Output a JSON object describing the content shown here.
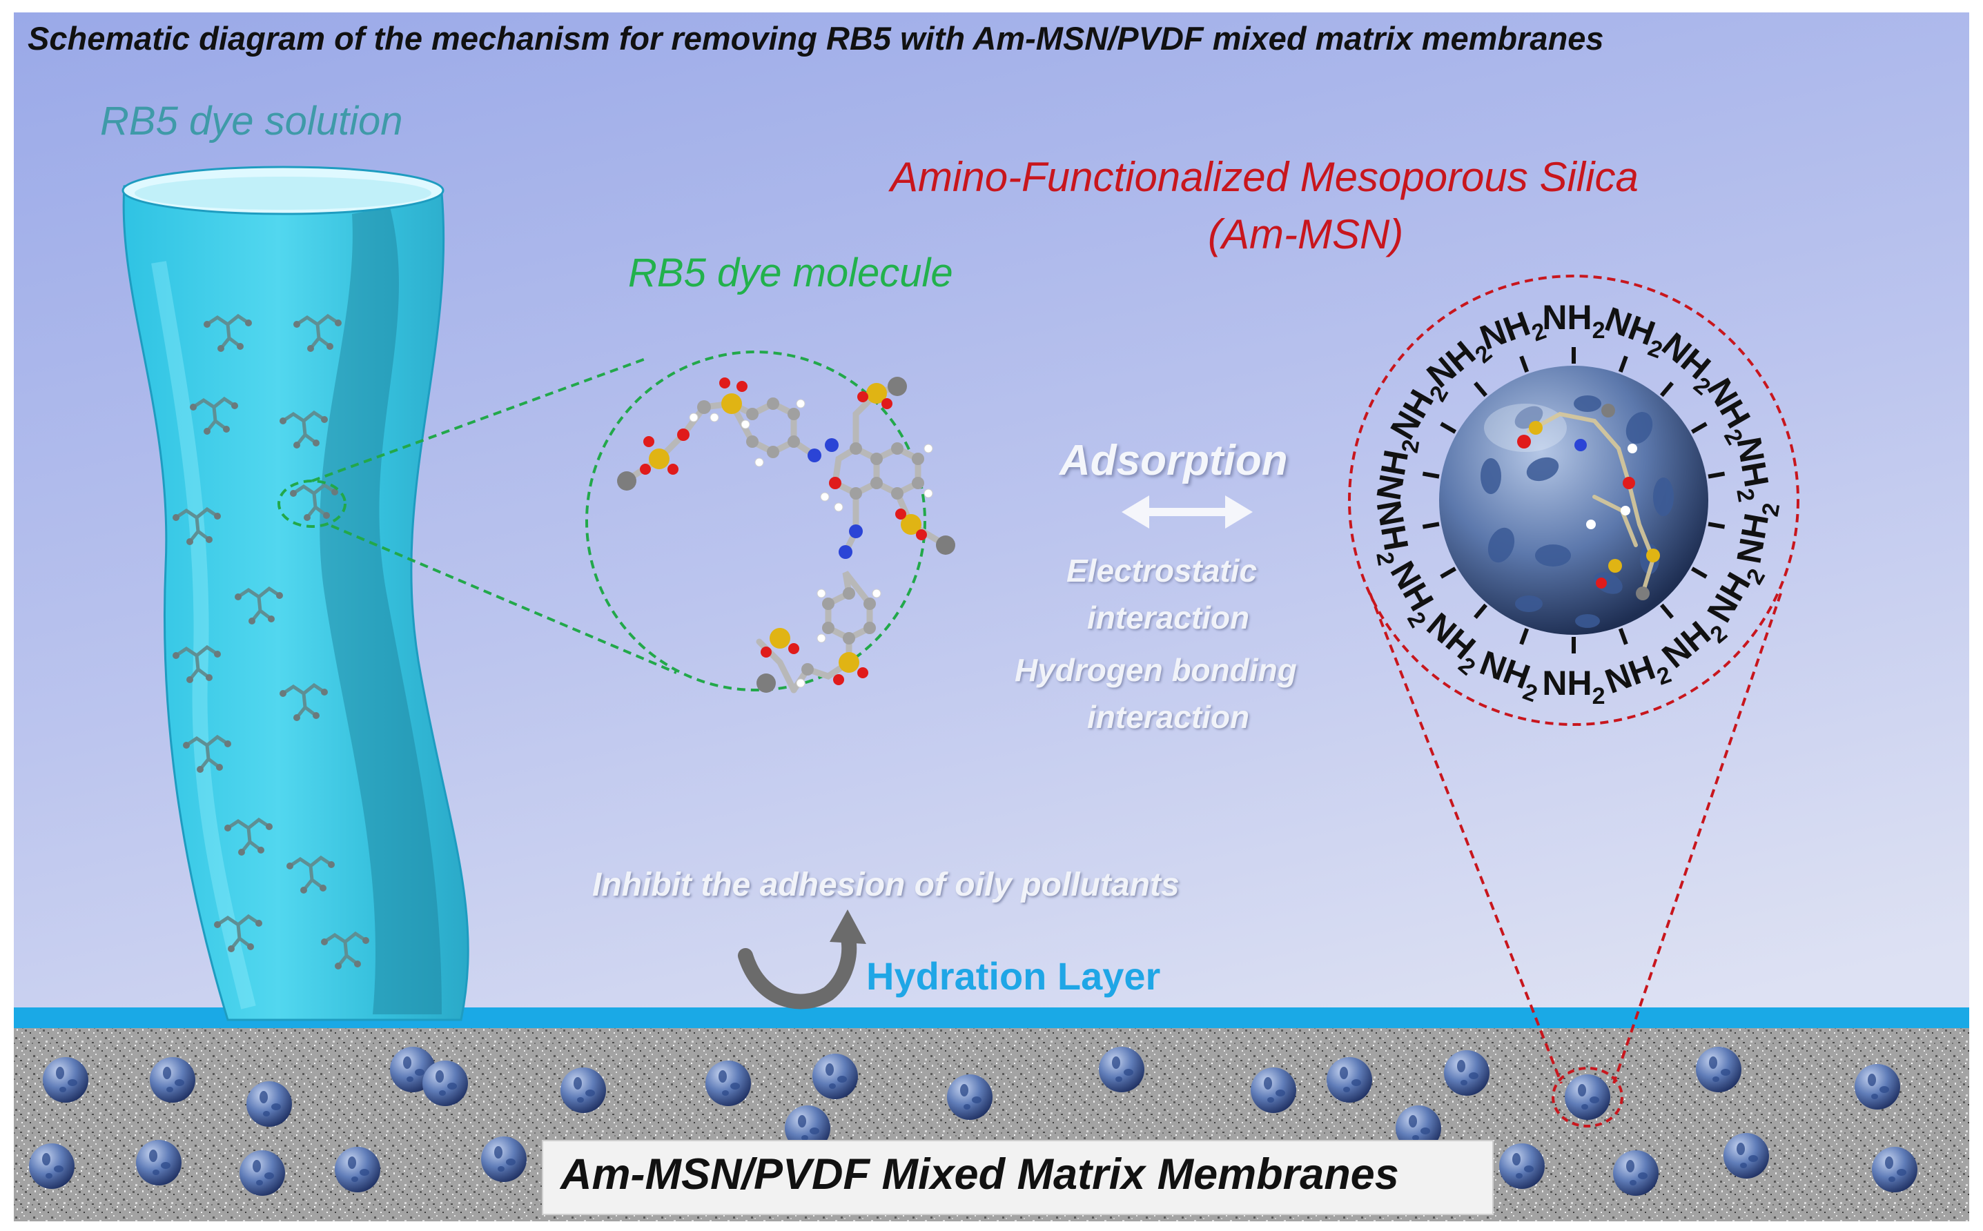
{
  "title": "Schematic diagram of the mechanism for removing RB5 with Am-MSN/PVDF mixed matrix membranes",
  "labels": {
    "solution": "RB5 dye solution",
    "molecule": "RB5 dye molecule",
    "amsn_line1": "Amino-Functionalized Mesoporous Silica",
    "amsn_line2": "(Am-MSN)",
    "adsorption": "Adsorption",
    "mechanism_1a": "Electrostatic",
    "mechanism_1b": "interaction",
    "mechanism_2a": "Hydrogen bonding",
    "mechanism_2b": "interaction",
    "inhibit": "Inhibit the adhesion of oily pollutants",
    "hydration_layer": "Hydration Layer",
    "membrane": "Am-MSN/PVDF Mixed Matrix Membranes"
  },
  "amine_group": {
    "label": "NH",
    "subscript": "2",
    "count": 18
  },
  "colors": {
    "background_top": "#a9b4ea",
    "background_bottom": "#dce0f3",
    "solution_cyan": "#35d3ec",
    "hydration_layer": "#1aa9e6",
    "molecule_circle": "#22a84a",
    "amsn_circle": "#c8161d",
    "particle_blue": "#5876b0",
    "sulfur": "#e0b414",
    "oxygen": "#e01b1b",
    "nitrogen": "#2b44d6",
    "carbon": "#9a9a9a"
  },
  "icons": {
    "adsorption_arrow": "double-arrow-icon",
    "hydration_arrow": "curved-arrow-icon"
  }
}
